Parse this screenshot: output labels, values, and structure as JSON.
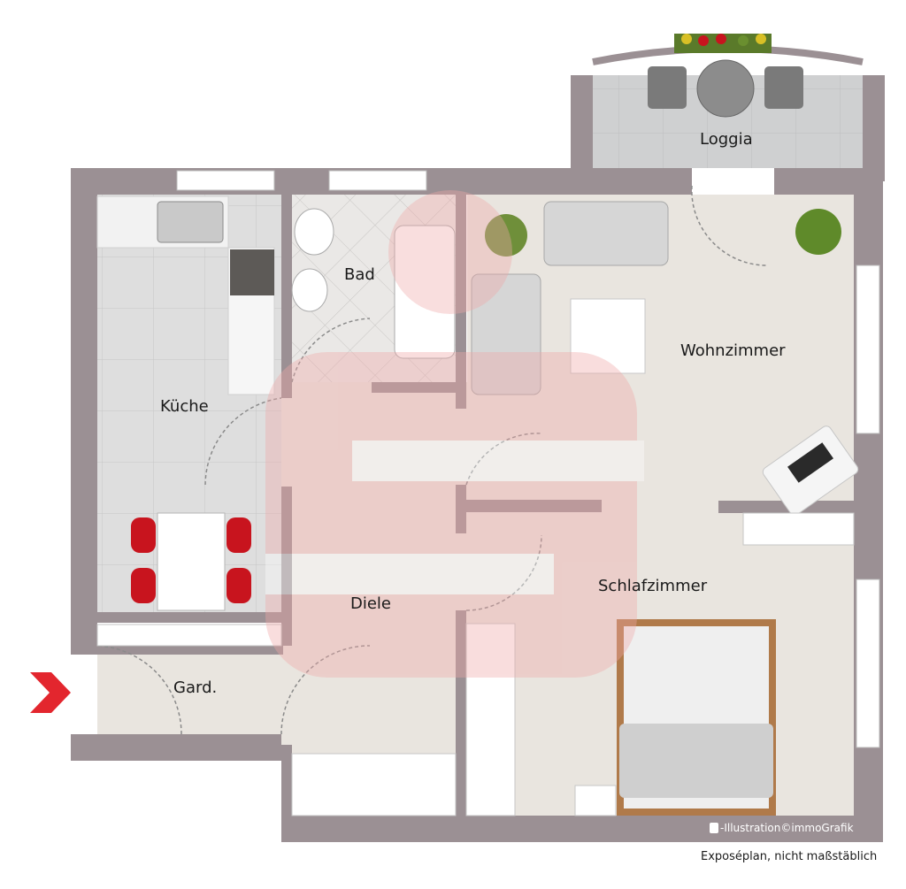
{
  "rooms": {
    "loggia": "Loggia",
    "bad": "Bad",
    "kueche": "Küche",
    "wohnzimmer": "Wohnzimmer",
    "schlafzimmer": "Schlafzimmer",
    "diele": "Diele",
    "garderobe": "Gard."
  },
  "footer": {
    "illustration": "-Illustration©immoGrafik",
    "note": "Exposéplan, nicht maßstäblich"
  },
  "icons": {
    "entrance": "entrance-arrow-icon",
    "brand": "sparkasse-logo-icon"
  },
  "colors": {
    "wall": "#9b9094",
    "floor": "#e9e5df",
    "tile": "#dcdcdc",
    "entrance_arrow": "#e3262e",
    "brand_overlay": "#f0a8a8",
    "chair": "#c8141e"
  }
}
